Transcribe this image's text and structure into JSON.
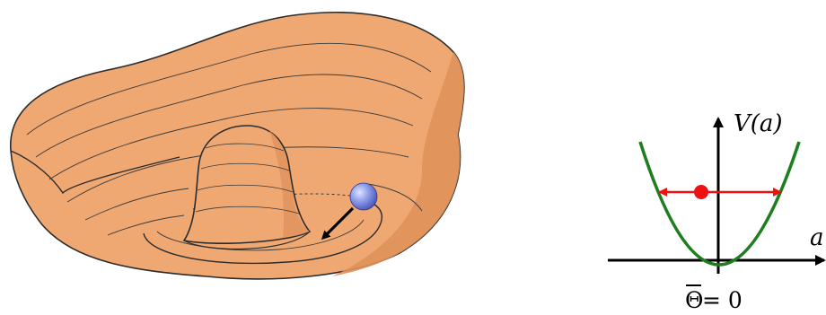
{
  "right_panel": {
    "y_label": "V(a)",
    "x_label": "a",
    "bottom_label_symbol": "Θ",
    "bottom_label_rest": " = 0"
  },
  "colors": {
    "bowl_fill": "#F0A873",
    "bowl_shadow": "#E0915B",
    "bowl_outline": "#2b2b2b",
    "ball": "#6E7FD8",
    "parabola": "#1E7D1E",
    "point_and_arrow": "#EE1111",
    "axes": "#000000"
  },
  "icons": {
    "ball": "sphere-icon",
    "arrow": "arrow-icon"
  }
}
